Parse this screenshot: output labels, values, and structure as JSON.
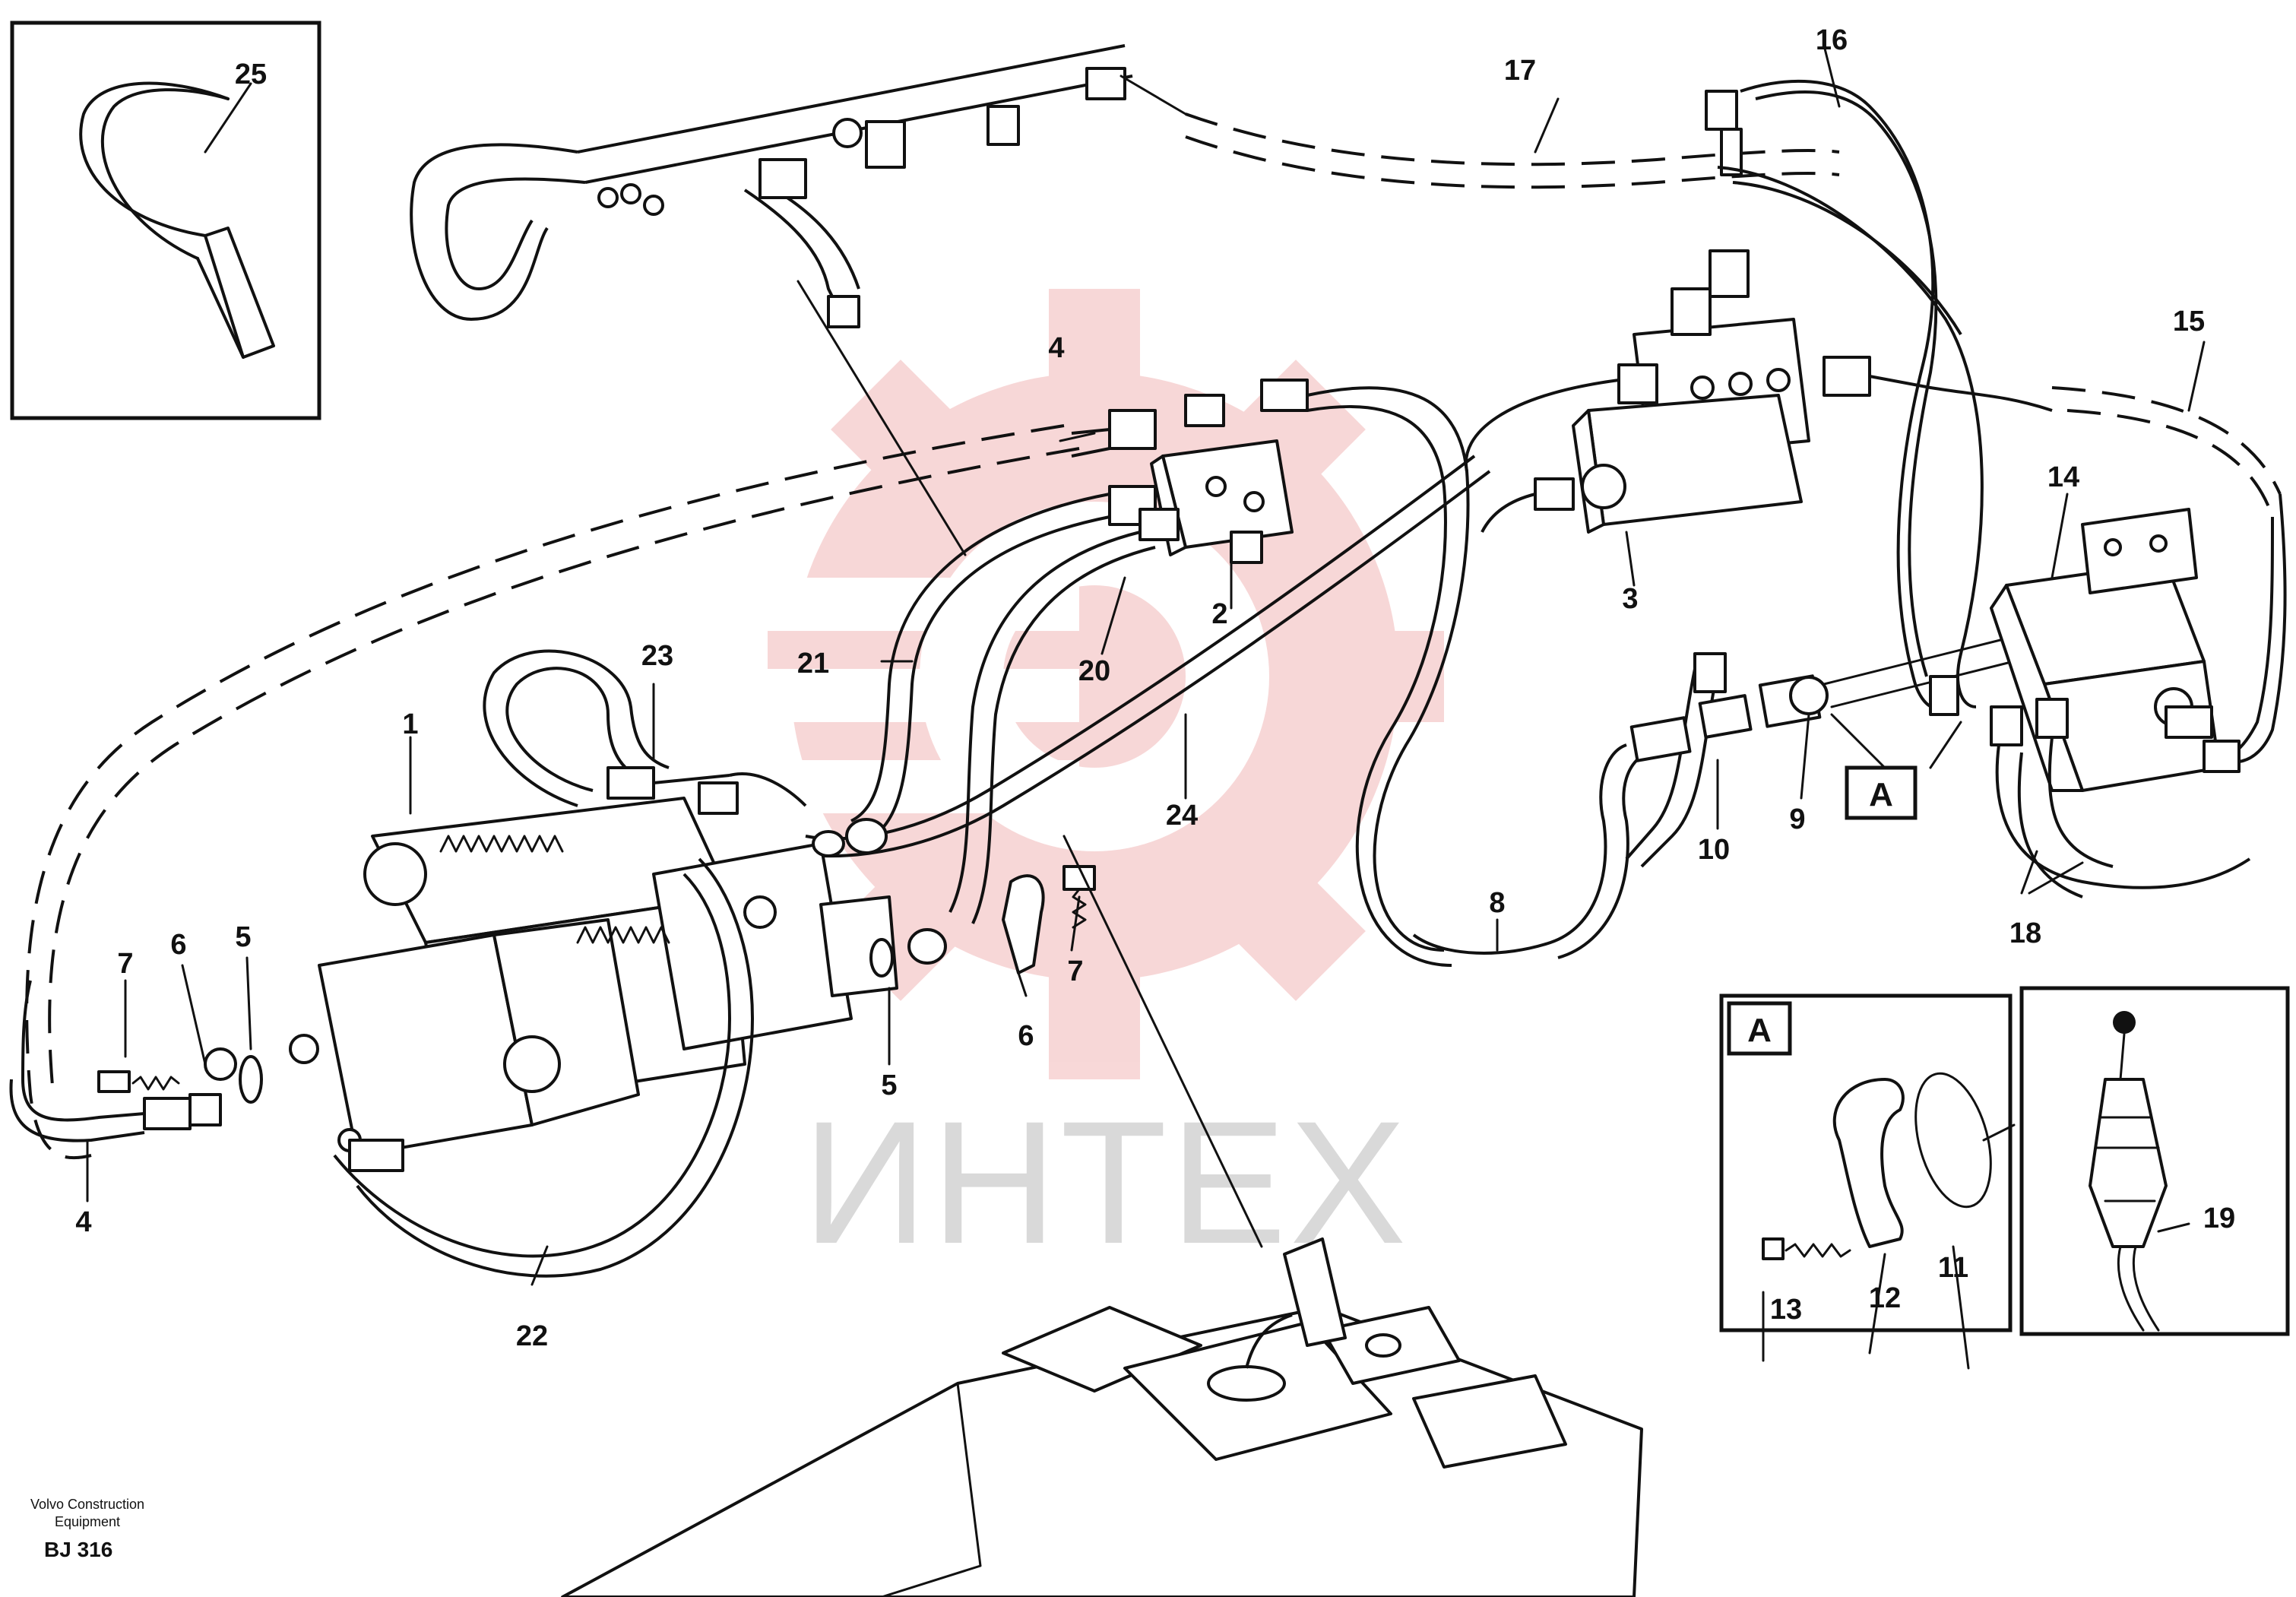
{
  "watermark": {
    "text": "ИНТЕХ",
    "color": "#f2b8b8"
  },
  "footer": {
    "line1": "Volvo Construction",
    "line2": "Equipment",
    "code": "BJ 316"
  },
  "detail_a": {
    "title": "A"
  },
  "reference_a": "A",
  "callouts": {
    "c1": "1",
    "c2": "2",
    "c3": "3",
    "c4a": "4",
    "c4b": "4",
    "c5a": "5",
    "c5b": "5",
    "c6a": "6",
    "c6b": "6",
    "c7a": "7",
    "c7b": "7",
    "c8": "8",
    "c9": "9",
    "c10": "10",
    "c11": "11",
    "c12": "12",
    "c13": "13",
    "c14": "14",
    "c15": "15",
    "c16": "16",
    "c17": "17",
    "c18": "18",
    "c19": "19",
    "c20": "20",
    "c21": "21",
    "c22": "22",
    "c23": "23",
    "c24": "24",
    "c25": "25"
  }
}
